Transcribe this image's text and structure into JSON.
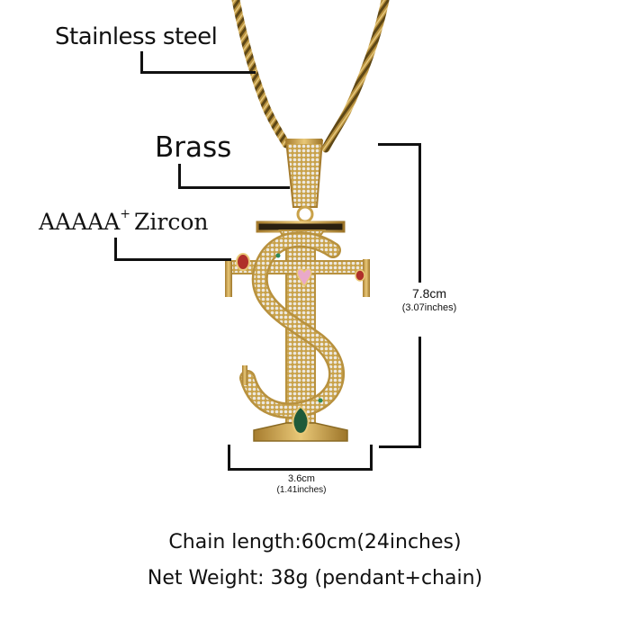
{
  "labels": {
    "chain_material": "Stainless steel",
    "pendant_material": "Brass",
    "stone_grade": "AAAAA",
    "stone_grade_sup": "+",
    "stone_type": "Zircon"
  },
  "dimensions": {
    "height_cm": "7.8cm",
    "height_in": "(3.07inches)",
    "width_cm": "3.6cm",
    "width_in": "(1.41inches)"
  },
  "specs": {
    "chain_length": "Chain length:60cm(24inches)",
    "net_weight": "Net Weight: 38g (pendant+chain)"
  },
  "colors": {
    "gold": "#c9a24a",
    "gold_dark": "#8a6a24",
    "zircon": "#e8e4dc",
    "ruby": "#b0302a",
    "emerald": "#1f5a3a",
    "pink": "#e9a9c9",
    "line": "#111111"
  }
}
